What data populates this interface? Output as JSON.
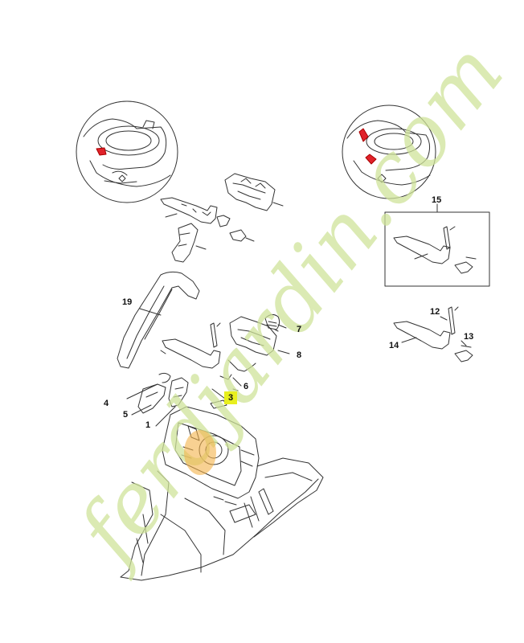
{
  "diagram": {
    "callouts": [
      {
        "id": "1",
        "label": "1"
      },
      {
        "id": "3",
        "label": "3",
        "highlighted": true
      },
      {
        "id": "4",
        "label": "4"
      },
      {
        "id": "5",
        "label": "5"
      },
      {
        "id": "6",
        "label": "6"
      },
      {
        "id": "7",
        "label": "7"
      },
      {
        "id": "8",
        "label": "8"
      },
      {
        "id": "12",
        "label": "12"
      },
      {
        "id": "13",
        "label": "13"
      },
      {
        "id": "14",
        "label": "14"
      },
      {
        "id": "15",
        "label": "15"
      },
      {
        "id": "19",
        "label": "19"
      }
    ]
  },
  "watermark": {
    "text": "ferdjardin.com",
    "color_green": "#cfe39a",
    "color_orange": "#f4b24a"
  },
  "colors": {
    "line": "#333333",
    "highlight": "#e8ef1e",
    "detail_red": "#e0222a"
  }
}
